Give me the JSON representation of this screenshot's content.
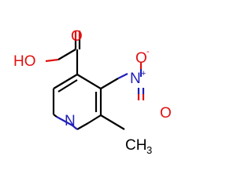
{
  "molecule": {
    "labels": {
      "hydroxyl": "HO",
      "carbonyl_o": "O",
      "ring_n": "N",
      "nitro_n": "N",
      "nitro_n_charge": "+",
      "nitro_o_top": "O",
      "nitro_o_top_charge": "-",
      "nitro_o_bottom": "O",
      "methyl_c": "CH",
      "methyl_sub": "3"
    },
    "colors": {
      "bond": "#000000",
      "oxygen": "#e01010",
      "nitrogen": "#1f1fb8",
      "carbon": "#000000",
      "background": "#ffffff"
    }
  }
}
